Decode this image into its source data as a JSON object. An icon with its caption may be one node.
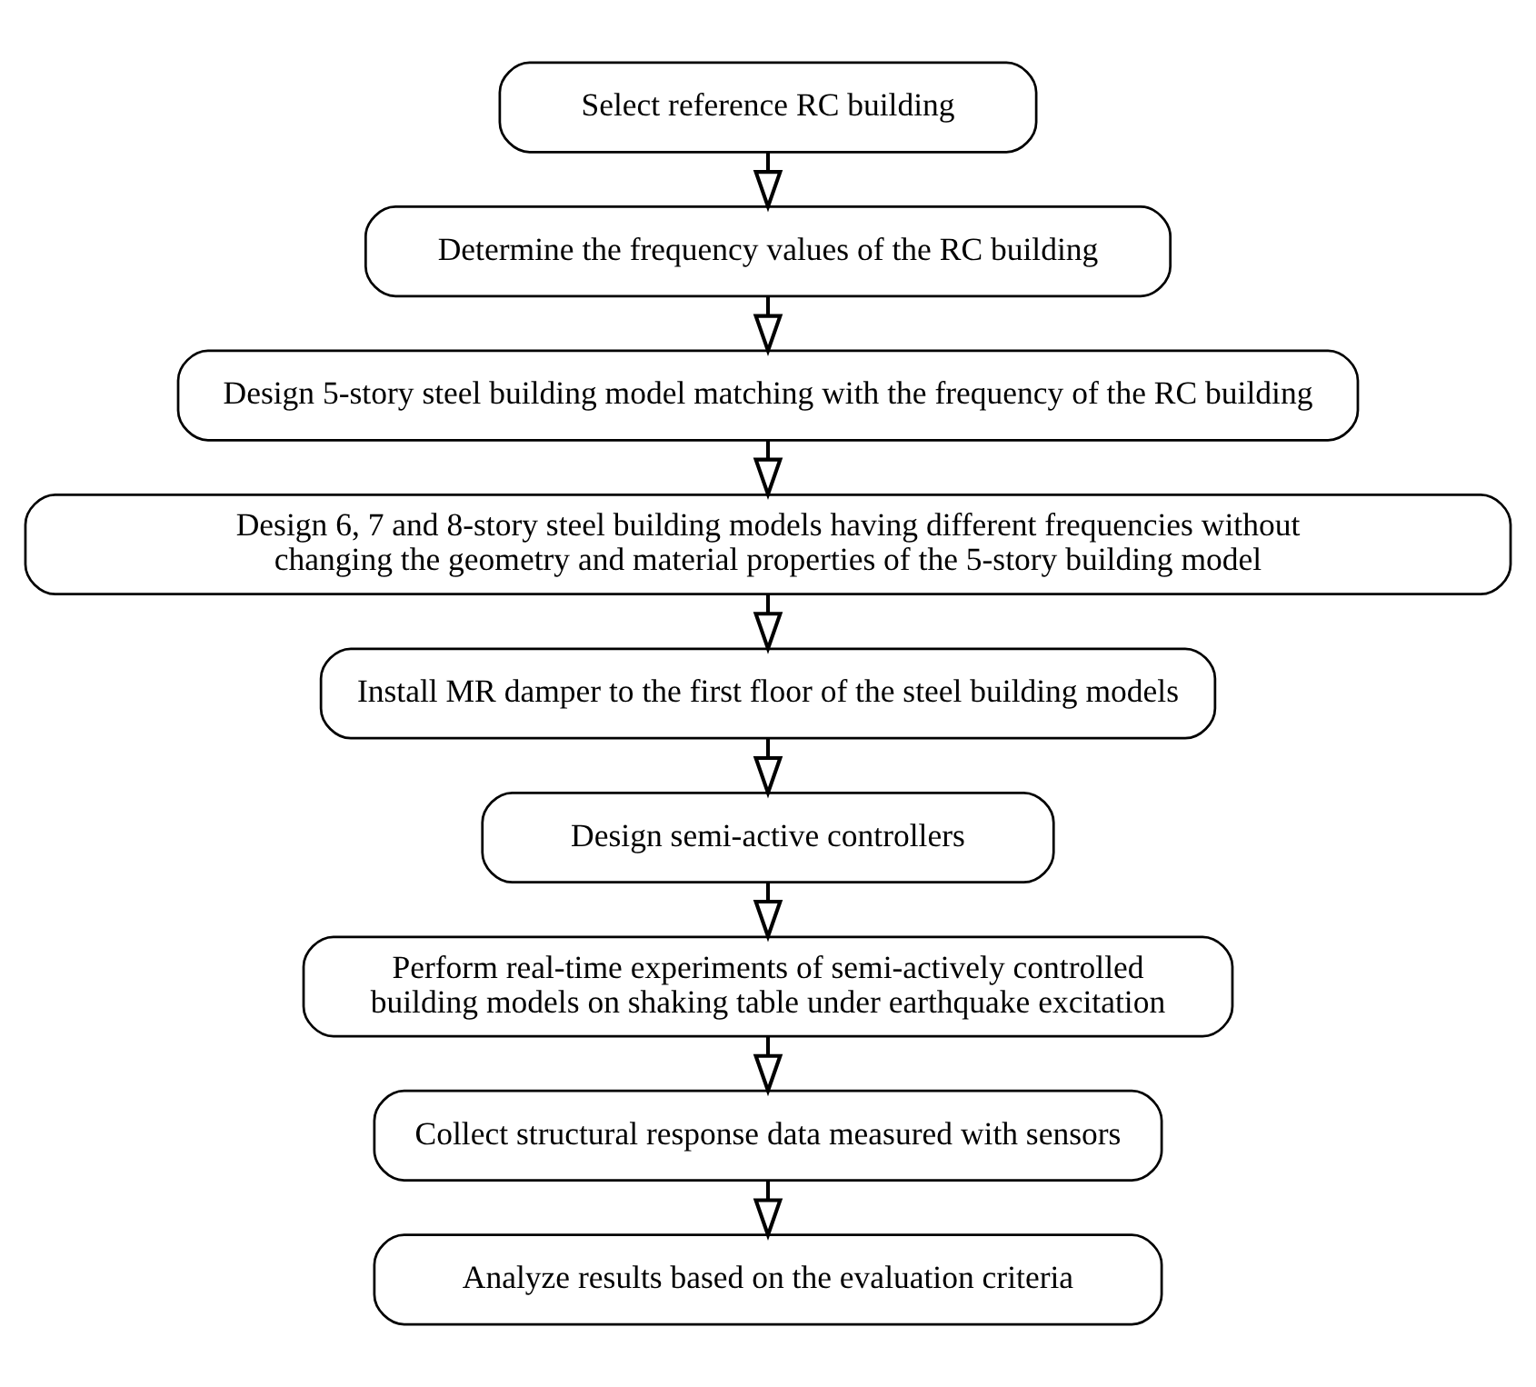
{
  "diagram": {
    "nodes": [
      {
        "text": [
          "Select reference RC building"
        ]
      },
      {
        "text": [
          "Determine the frequency values of the RC building"
        ]
      },
      {
        "text": [
          "Design 5-story steel building model matching with the frequency of the RC building"
        ]
      },
      {
        "text": [
          "Design 6, 7 and 8-story steel building models having different frequencies without changing the geometry and material properties of the 5-story building model"
        ]
      },
      {
        "text": [
          "Install MR damper to the first floor of the steel building models"
        ]
      },
      {
        "text": [
          "Design semi-active controllers"
        ]
      },
      {
        "text": [
          "Perform real-time experiments of semi-actively controlled building models on shaking table under earthquake excitation"
        ]
      },
      {
        "text": [
          "Collect structural response data measured with sensors"
        ]
      },
      {
        "text": [
          "Analyze results based on the evaluation criteria"
        ]
      }
    ],
    "edges": [
      {
        "from": 0,
        "to": 1,
        "arrow": "to"
      },
      {
        "from": 1,
        "to": 2,
        "arrow": "to"
      },
      {
        "from": 2,
        "to": 3,
        "arrow": "to"
      },
      {
        "from": 3,
        "to": 4,
        "arrow": "to"
      },
      {
        "from": 4,
        "to": 5,
        "arrow": "to"
      },
      {
        "from": 5,
        "to": 6,
        "arrow": "to"
      },
      {
        "from": 6,
        "to": 7,
        "arrow": "to"
      },
      {
        "from": 7,
        "to": 8,
        "arrow": "to"
      }
    ]
  }
}
